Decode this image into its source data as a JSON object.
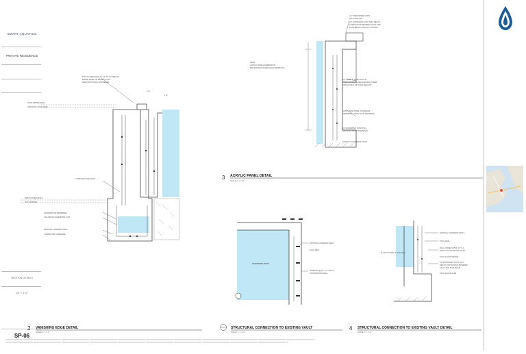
{
  "titleblock": {
    "company": "SMART AQUATICS",
    "sheet_number": "SP-06",
    "sheet_label": "SECTION DETAILS",
    "scale": "1/2\" = 1'-0\"",
    "project": "PRIVATE RESIDENCE"
  },
  "details": {
    "d2": {
      "number": "2",
      "title": "VANISHING EDGE DETAIL",
      "scale": "SCALE: 1\" = 1'-0\""
    },
    "d3": {
      "number": "3",
      "title": "ACRYLIC PANEL DETAIL",
      "scale": "SCALE: 3\" = 1'-0\""
    },
    "dmid": {
      "title": "STRUCTURAL CONNECTION TO EXISTING VAULT",
      "scale": "SCALE: 1\" = 1'-0\""
    },
    "d4": {
      "number": "4",
      "title": "STRUCTURAL CONNECTION TO EXISTING VAULT DETAIL",
      "scale": "SCALE: 1\" = 1'-0\""
    }
  },
  "labels": {
    "vanishing_pool": "VANISHING POOL",
    "acrylic_panel": "ACRYLIC PANEL",
    "existing_wall": "EXISTING CONCRETE WALL",
    "pool_wall": "POOL WALL",
    "pool_floor": "POOL FLOOR SLAB",
    "existing_vault": "EXISTING CONCRETE VAULT",
    "note": "NOTE:"
  },
  "colors": {
    "water": "#bfe7f5",
    "ink": "#444444",
    "accent": "#1a5d9b"
  },
  "icons": [
    "water-drop-icon",
    "north-arrow-icon",
    "section-marker-icon"
  ]
}
